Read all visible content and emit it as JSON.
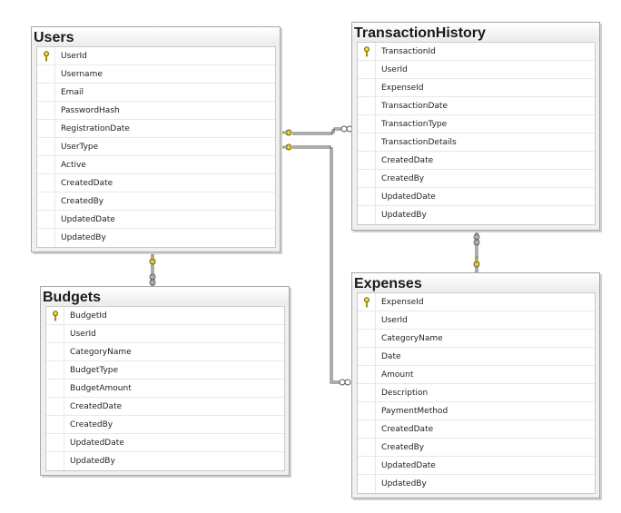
{
  "colors": {
    "key_icon": "#d8c21a",
    "line": "#5a5a5a",
    "border": "#a7a7a7",
    "title_bg": "#f0f0f0"
  },
  "tables": {
    "users": {
      "title": "Users",
      "pk": "UserId",
      "columns": [
        "UserId",
        "Username",
        "Email",
        "PasswordHash",
        "RegistrationDate",
        "UserType",
        "Active",
        "CreatedDate",
        "CreatedBy",
        "UpdatedDate",
        "UpdatedBy"
      ]
    },
    "transaction_history": {
      "title": "TransactionHistory",
      "pk": "TransactionId",
      "columns": [
        "TransactionId",
        "UserId",
        "ExpenseId",
        "TransactionDate",
        "TransactionType",
        "TransactionDetails",
        "CreatedDate",
        "CreatedBy",
        "UpdatedDate",
        "UpdatedBy"
      ]
    },
    "budgets": {
      "title": "Budgets",
      "pk": "BudgetId",
      "columns": [
        "BudgetId",
        "UserId",
        "CategoryName",
        "BudgetType",
        "BudgetAmount",
        "CreatedDate",
        "CreatedBy",
        "UpdatedDate",
        "UpdatedBy"
      ]
    },
    "expenses": {
      "title": "Expenses",
      "pk": "ExpenseId",
      "columns": [
        "ExpenseId",
        "UserId",
        "CategoryName",
        "Date",
        "Amount",
        "Description",
        "PaymentMethod",
        "CreatedDate",
        "CreatedBy",
        "UpdatedDate",
        "UpdatedBy"
      ]
    }
  },
  "relationships": [
    {
      "from": "Users",
      "to": "TransactionHistory",
      "from_end": "key",
      "to_end": "infinity"
    },
    {
      "from": "Users",
      "to": "Expenses",
      "from_end": "key",
      "to_end": "infinity"
    },
    {
      "from": "Users",
      "to": "Budgets",
      "from_end": "key",
      "to_end": "infinity"
    },
    {
      "from": "Expenses",
      "to": "TransactionHistory",
      "from_end": "key",
      "to_end": "infinity"
    }
  ]
}
